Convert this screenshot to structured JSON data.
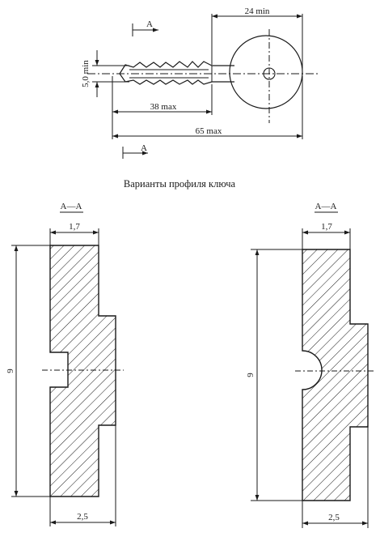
{
  "key_drawing": {
    "section_marker": "A",
    "dim_head_width": "24 min",
    "dim_blade_height": "5,0 min",
    "dim_blade_length": "38 max",
    "dim_total_length": "65 max"
  },
  "caption": "Варианты профиля ключа",
  "profiles": [
    {
      "section_label": "A—A",
      "dim_top": "1,7",
      "dim_height": "9",
      "dim_bottom": "2,5",
      "groove_shape": "rectangular"
    },
    {
      "section_label": "A—A",
      "dim_top": "1,7",
      "dim_height": "9",
      "dim_bottom": "2,5",
      "groove_shape": "round"
    }
  ],
  "colors": {
    "line": "#1a1a1a",
    "background": "#ffffff"
  }
}
